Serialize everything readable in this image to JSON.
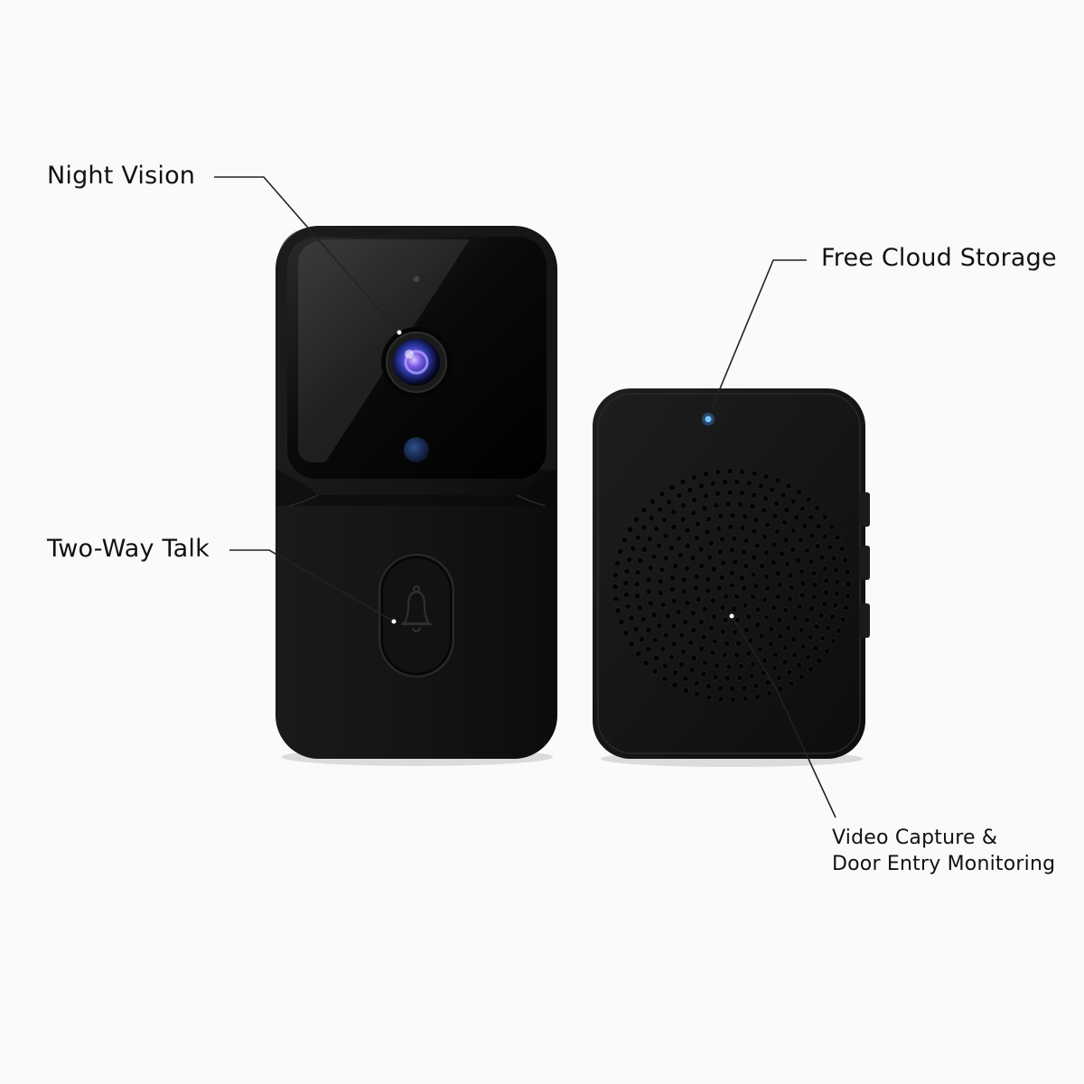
{
  "callouts": {
    "night_vision": "Night Vision",
    "two_way_talk": "Two-Way Talk",
    "free_cloud_storage": "Free Cloud Storage",
    "video_capture_line1": "Video Capture &",
    "video_capture_line2": "Door Entry Monitoring"
  },
  "colors": {
    "background": "#fafafa",
    "device_body": "#111111",
    "lens_accent": "#6a4fd8",
    "indicator_led": "#3fa0ff"
  },
  "icons": [
    "bell-icon"
  ]
}
